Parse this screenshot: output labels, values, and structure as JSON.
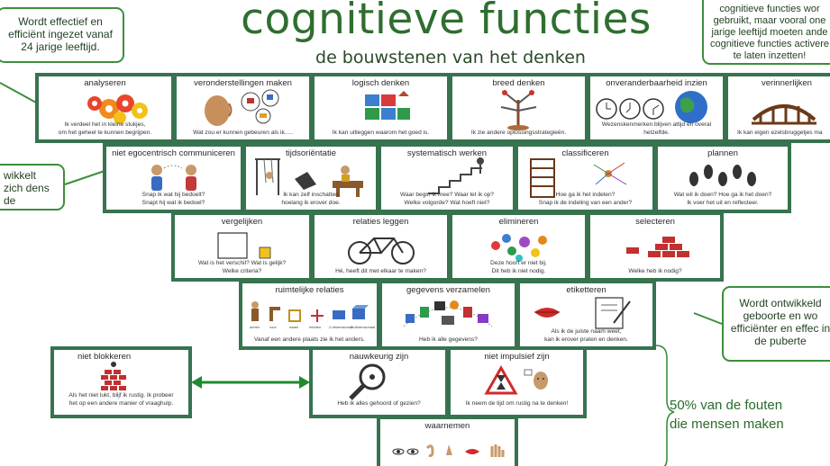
{
  "title": "cognitieve functies",
  "subtitle": "de bouwstenen van het denken",
  "notes": {
    "top_left": "Wordt effectief en efficiënt ingezet vanaf 24 jarige leeftijd.",
    "top_right": "cognitieve functies wor gebruikt, maar vooral one jarige leeftijd moeten ande cognitieve functies activere te laten inzetten!",
    "mid_left": "wikkelt zich dens de puberteit",
    "mid_right": "Wordt ontwikkeld geboorte en wo efficiënter en effec in de puberte"
  },
  "side_text": "50% van de fouten\ndie mensen maken",
  "colors": {
    "card_border": "#37734f",
    "note_border": "#3b8f3b",
    "title": "#2f6e2f",
    "arrow": "#1f8a2e"
  },
  "cards": {
    "analyseren": {
      "title": "analyseren",
      "caption": "Ik verdeel het in kleine stukjes,\nom het geheel te kunnen begrijpen.",
      "icon": "gears-icon"
    },
    "veronderstellingen": {
      "title": "veronderstellingen maken",
      "caption": "Wat zou er kunnen gebeuren als ik.....",
      "icon": "thinking-head-icon"
    },
    "logisch": {
      "title": "logisch denken",
      "caption": "Ik kan uitleggen waarom het goed is.",
      "icon": "logic-blocks-icon"
    },
    "breed": {
      "title": "breed denken",
      "caption": "Ik zie andere oplossingsstrategieën.",
      "icon": "tools-tree-icon"
    },
    "onveranderbaarheid": {
      "title": "onveranderbaarheid inzien",
      "caption": "Wezenskenmerken blijven altijd en overal\nhetzelfde.",
      "icon": "clocks-globe-icon"
    },
    "verinnerlijken": {
      "title": "verinnerlijken",
      "caption": "Ik kan eigen ezelsbruggetjes ma",
      "icon": "bridge-icon"
    },
    "egocentrisch": {
      "title": "niet egocentrisch communiceren",
      "caption": "Snap ik wat hij bedoelt?\nSnapt hij wat ik bedoel?",
      "icon": "talking-people-icon"
    },
    "tijdsorientatie": {
      "title": "tijdsoriëntatie",
      "caption": "Ik kan zelf inschatten\nhoelang ik erover doe.",
      "icon": "swing-desk-icon"
    },
    "systematisch": {
      "title": "systematisch werken",
      "caption": "Waar begin ik mee? Waar let ik op?\nWelke volgorde? Wat hoeft niet?",
      "icon": "stairs-icon"
    },
    "classificeren": {
      "title": "classificeren",
      "caption": "Hoe ga ik het indelen?\nSnap ik de indeling van een ander?",
      "icon": "shelf-mindmap-icon"
    },
    "plannen": {
      "title": "plannen",
      "caption": "Wat wil ik doen? Hoe ga ik het doen?\nIk voer het uit en reflecteer.",
      "icon": "footsteps-icon"
    },
    "vergelijken": {
      "title": "vergelijken",
      "caption": "Wat is het verschil? Wat is gelijk?\nWelke criteria?",
      "icon": "squares-icon"
    },
    "relaties": {
      "title": "relaties leggen",
      "caption": "Hé, heeft dit met elkaar te maken?",
      "icon": "bicycle-icon"
    },
    "elimineren": {
      "title": "elimineren",
      "caption": "Deze hoort er niet bij.\nDit heb ik niet nodig.",
      "icon": "balls-icon"
    },
    "selecteren": {
      "title": "selecteren",
      "caption": "Welke heb ik nodig?",
      "icon": "brick-wall-icon"
    },
    "ruimtelijk": {
      "title": "ruimtelijke relaties",
      "caption": "Vanaf een andere plaats zie ik het anders.",
      "icon": "spatial-figures-icon"
    },
    "gegevens": {
      "title": "gegevens verzamelen",
      "caption": "Heb ik alle gegevens?",
      "icon": "data-icons-icon"
    },
    "etiketteren": {
      "title": "etiketteren",
      "caption": "Als ik de juiste naam weet,\nkan ik erover praten en denken.",
      "icon": "lips-label-icon"
    },
    "blokkeren": {
      "title": "niet blokkeren",
      "caption": "Als het niet lukt, blijf ik rustig. Ik probeer\nhet op een andere manier of vraaghulp.",
      "icon": "wall-person-icon"
    },
    "nauwkeurig": {
      "title": "nauwkeurig zijn",
      "caption": "Heb ik alles gehoord of gezien?",
      "icon": "magnifier-icon"
    },
    "impulsief": {
      "title": "niet impulsief zijn",
      "caption": "Ik neem de tijd om rustig na te denken!",
      "icon": "warning-hourglass-icon"
    },
    "waarnemen": {
      "title": "waarnemen",
      "caption": "",
      "icon": "senses-icon"
    }
  },
  "small_labels": {
    "ruimtelijk": [
      "achter",
      "voor",
      "naast",
      "midden",
      "2-dimensionaal",
      "3-dimensionaal"
    ]
  }
}
